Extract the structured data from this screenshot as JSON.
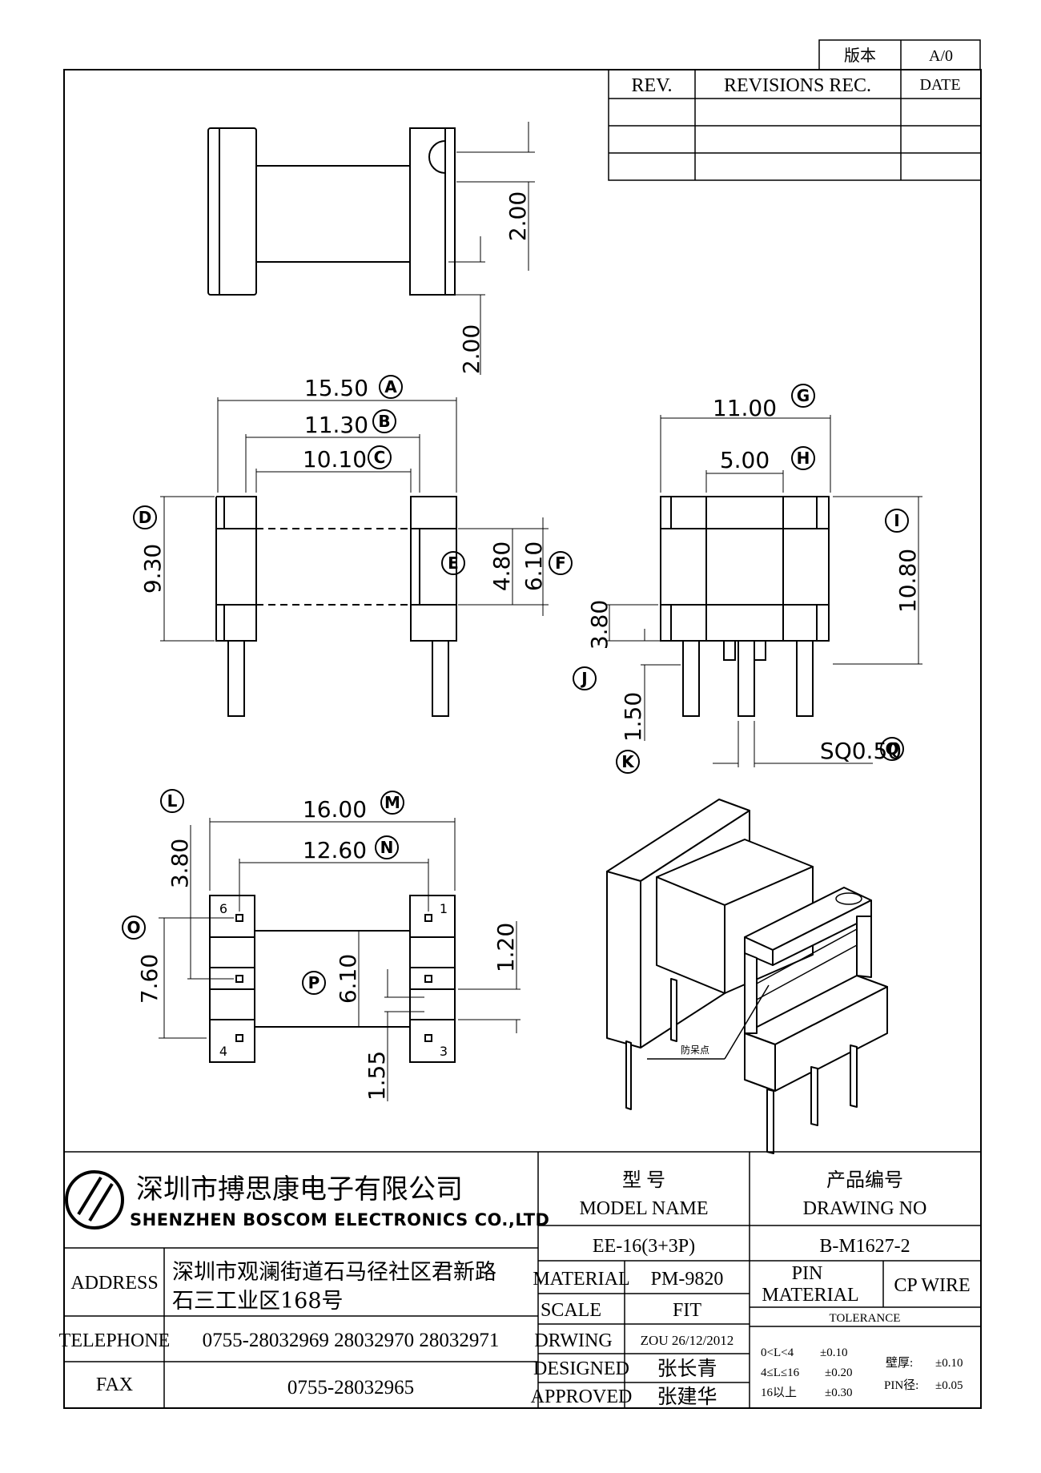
{
  "revision": {
    "version_label": "版本",
    "version_value": "A/0",
    "rev": "REV.",
    "rev_rec": "REVISIONS REC.",
    "date": "DATE"
  },
  "dims": {
    "top_2_00_a": "2.00",
    "top_2_00_b": "2.00",
    "A": "15.50",
    "B": "11.30",
    "C": "10.10",
    "D": "9.30",
    "E": "4.80",
    "F": "6.10",
    "G": "11.00",
    "H": "5.00",
    "I": "10.80",
    "J": "3.80",
    "K": "1.50",
    "Q": "SQ0.50",
    "L": "3.80",
    "M": "16.00",
    "N": "12.60",
    "O": "7.60",
    "P": "6.10",
    "R1": "1.20",
    "R2": "1.55"
  },
  "callouts": {
    "A": "A",
    "B": "B",
    "C": "C",
    "D": "D",
    "E": "E",
    "F": "F",
    "G": "G",
    "H": "H",
    "I": "I",
    "J": "J",
    "K": "K",
    "L": "L",
    "M": "M",
    "N": "N",
    "O": "O",
    "P": "P",
    "Q": "Q"
  },
  "pins": {
    "p1": "1",
    "p3": "3",
    "p4": "4",
    "p6": "6"
  },
  "iso_note": "防呆点",
  "company": {
    "cn": "深圳市搏思康电子有限公司",
    "en": "SHENZHEN BOSCOM ELECTRONICS CO.,LTD"
  },
  "info": {
    "address_label": "ADDRESS",
    "address_line1": "深圳市观澜街道石马径社区君新路",
    "address_line2": "石三工业区168号",
    "telephone_label": "TELEPHONE",
    "telephone": "0755-28032969 28032970 28032971",
    "fax_label": "FAX",
    "fax": "0755-28032965"
  },
  "model": {
    "label_cn": "型    号",
    "label_en": "MODEL NAME",
    "value": "EE-16(3+3P)"
  },
  "drawing_no": {
    "label_cn": "产品编号",
    "label_en": "DRAWING NO",
    "value": "B-M1627-2"
  },
  "fields": {
    "material_label": "MATERIAL",
    "material": "PM-9820",
    "scale_label": "SCALE",
    "scale": "FIT",
    "drwing_label": "DRWING",
    "drwing": "ZOU 26/12/2012",
    "designed_label": "DESIGNED",
    "designed": "张长青",
    "approved_label": "APPROVED",
    "approved": "张建华"
  },
  "pin_material": {
    "label_line1": "PIN",
    "label_line2": "MATERIAL",
    "value": "CP WIRE"
  },
  "tolerance": {
    "title": "TOLERANCE",
    "r1_range": "0<L<4",
    "r1_value": "±0.10",
    "r2_range": "4≤L≤16",
    "r2_value": "±0.20",
    "r3_range": "16以上",
    "r3_value": "±0.30",
    "wall_label": "壁厚:",
    "wall_value": "±0.10",
    "pin_label": "PIN径:",
    "pin_value": "±0.05"
  }
}
